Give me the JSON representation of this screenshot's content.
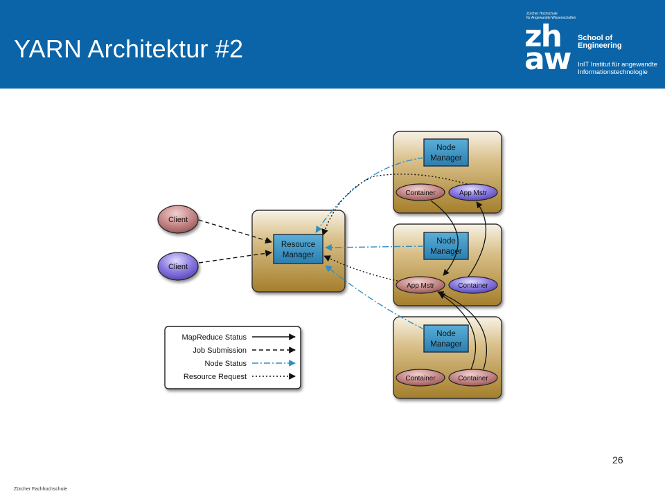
{
  "slide": {
    "title": "YARN Architektur #2",
    "page_number": "26",
    "footer": "Zürcher Fachhochschule"
  },
  "logo": {
    "small_line1": "Zürcher Hochschule",
    "small_line2": "für Angewandte Wissenschaften",
    "mark_line1": "zh",
    "mark_line2": "aw",
    "school_line1": "School of",
    "school_line2": "Engineering",
    "institute_line1": "InIT Institut für angewandte",
    "institute_line2": "Informationstechnologie"
  },
  "diagram": {
    "clients": [
      {
        "label": "Client",
        "color": "#c88a8a"
      },
      {
        "label": "Client",
        "color": "#8a7ae0"
      }
    ],
    "resource_manager": {
      "line1": "Resource",
      "line2": "Manager"
    },
    "nodes": [
      {
        "nm_line1": "Node",
        "nm_line2": "Manager",
        "left": {
          "label": "Container",
          "color": "#c88a8a"
        },
        "right": {
          "label": "App Mstr",
          "color": "#8a7ae0"
        }
      },
      {
        "nm_line1": "Node",
        "nm_line2": "Manager",
        "left": {
          "label": "App Mstr",
          "color": "#c88a8a"
        },
        "right": {
          "label": "Container",
          "color": "#8a7ae0"
        }
      },
      {
        "nm_line1": "Node",
        "nm_line2": "Manager",
        "left": {
          "label": "Container",
          "color": "#c88a8a"
        },
        "right": {
          "label": "Container",
          "color": "#c88a8a"
        }
      }
    ],
    "legend": [
      {
        "label": "MapReduce Status",
        "style": "solid"
      },
      {
        "label": "Job Submission",
        "style": "dashed"
      },
      {
        "label": "Node Status",
        "style": "dashdot"
      },
      {
        "label": "Resource Request",
        "style": "dotted"
      }
    ],
    "colors": {
      "box_gold": "#b8933a",
      "box_blue": "#3b8fbf",
      "node_status_blue": "#2f8fc4",
      "header_blue": "#0a64a7"
    }
  }
}
